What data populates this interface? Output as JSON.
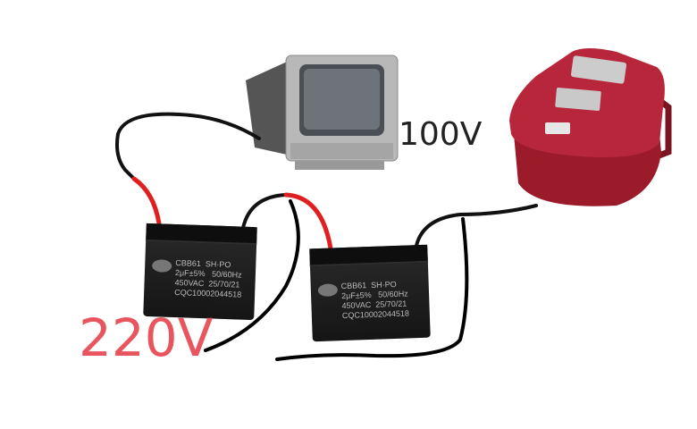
{
  "labels": {
    "tv_voltage": "100V",
    "input_voltage": "220V"
  },
  "colors": {
    "input_voltage": "#e8555e",
    "wire_live": "#e02020",
    "wire_black": "#111111",
    "cooker": "#a01d2c"
  },
  "capacitors": [
    {
      "model": "CBB61  SH·PO",
      "rating": "2μF±5%   50/60Hz",
      "voltage": "450VAC  25/70/21",
      "cert": "CQC10002044518"
    },
    {
      "model": "CBB61  SH·PO",
      "rating": "2μF±5%   50/60Hz",
      "voltage": "450VAC  25/70/21",
      "cert": "CQC10002044518"
    }
  ],
  "icons": [
    "crt-tv-icon",
    "rice-cooker-icon",
    "capacitor-icon"
  ]
}
